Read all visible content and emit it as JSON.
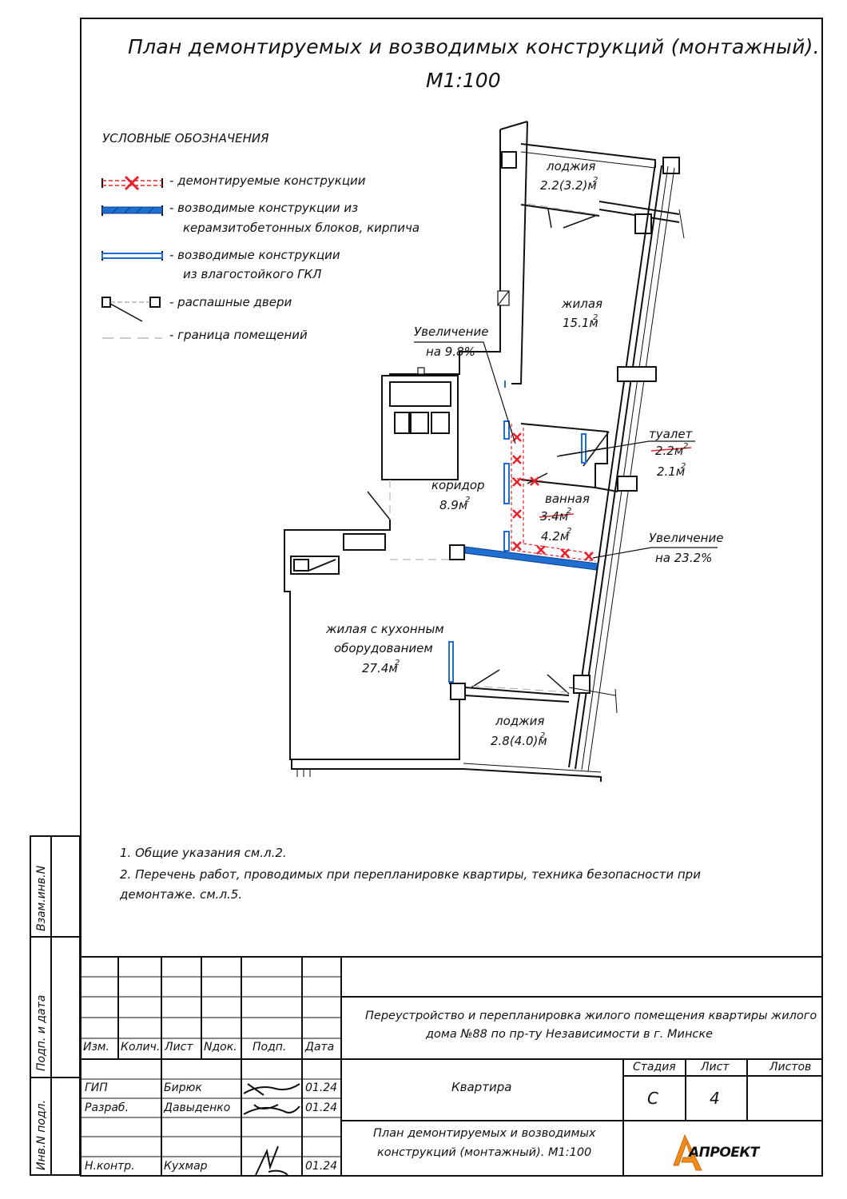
{
  "title": {
    "line1": "План  демонтируемых  и  возводимых  конструкций (монтажный).",
    "line2": "М1:100"
  },
  "legend": {
    "heading": "УСЛОВНЫЕ ОБОЗНАЧЕНИЯ",
    "items": [
      {
        "icon": "demolished-structure-symbol",
        "text": "- демонтируемые конструкции"
      },
      {
        "icon": "block-wall-symbol",
        "text": "- возводимые конструкции из",
        "text2": "керамзитобетонных блоков, кирпича"
      },
      {
        "icon": "gkl-wall-symbol",
        "text": "- возводимые конструкции",
        "text2": "из влагостойкого ГКЛ"
      },
      {
        "icon": "swing-door-symbol",
        "text": "- распашные двери"
      },
      {
        "icon": "room-boundary-symbol",
        "text": "- граница помещений"
      }
    ]
  },
  "rooms": {
    "loggia_top": {
      "name": "лоджия",
      "area": "2.2(3.2)м"
    },
    "living": {
      "name": "жилая",
      "area": "15.1м"
    },
    "toilet": {
      "name": "туалет",
      "old_area": "2.2м",
      "area": "2.1м"
    },
    "bath": {
      "name": "ванная",
      "old_area": "3.4м",
      "area": "4.2м"
    },
    "corridor": {
      "name": "коридор",
      "area": "8.9м"
    },
    "kitchen_living": {
      "name1": "жилая с кухонным",
      "name2": "оборудованием",
      "area": "27.4м"
    },
    "loggia_bottom": {
      "name": "лоджия",
      "area": "2.8(4.0)м"
    }
  },
  "callouts": {
    "increase1_line1": "Увеличение",
    "increase1_line2": "на 9.8%",
    "increase2_line1": "Увеличение",
    "increase2_line2": "на 23.2%"
  },
  "area_superscript": "2",
  "notes": {
    "n1": "1.  Общие указания см.л.2.",
    "n2": "2.  Перечень работ, проводимых при перепланировке квартиры, техника безопасности при",
    "n3": "демонтаже. см.л.5."
  },
  "side": {
    "vzam": "Взам.инв.N",
    "podp": "Подп. и дата",
    "inv": "Инв.N подл."
  },
  "titleblock": {
    "headers": [
      "Изм.",
      "Колич.",
      "Лист",
      "Nдок.",
      "Подп.",
      "Дата"
    ],
    "rows": [
      {
        "role": "ГИП",
        "name": "Бирюк",
        "date": "01.24"
      },
      {
        "role": "Разраб.",
        "name": "Давыденко",
        "date": "01.24"
      },
      {
        "role": "Н.контр.",
        "name": "Кухмар",
        "date": "01.24"
      }
    ],
    "project_line1": "Переустройство и перепланировка жилого помещения квартиры жилого",
    "project_line2": "дома  №88  по пр-ту Независимости в г.  Минске",
    "object": "Квартира",
    "stage_h": "Стадия",
    "sheet_h": "Лист",
    "sheets_h": "Листов",
    "stage": "С",
    "sheet": "4",
    "sheets": "",
    "drawing_line1": "План демонтируемых и возводимых",
    "drawing_line2": "конструкций (монтажный). М1:100",
    "logo": "АПРОЕКТ"
  },
  "colors": {
    "ink": "#111111",
    "blue": "#1f6fd1",
    "red": "#e8202a"
  }
}
